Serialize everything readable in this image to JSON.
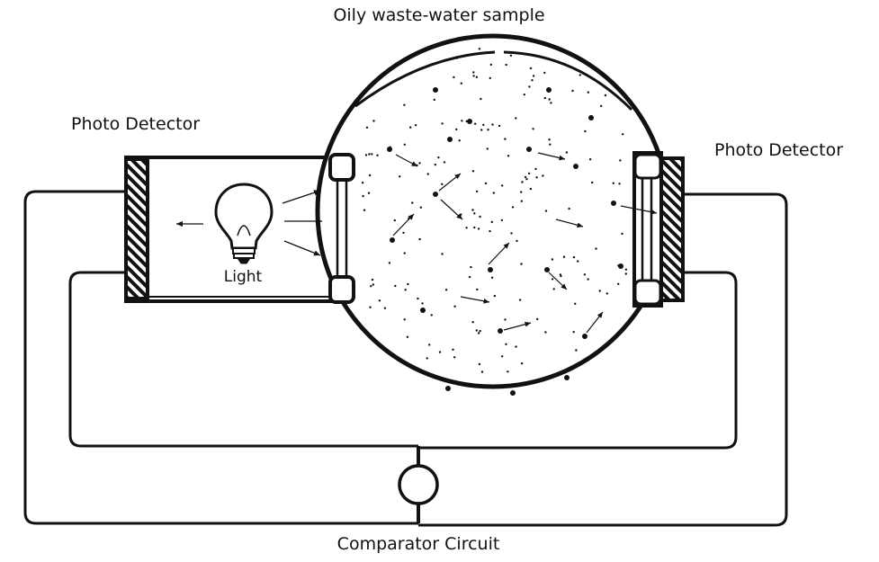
{
  "labels": {
    "sample": "Oily waste-water sample",
    "detector_left": "Photo Detector",
    "detector_right": "Photo Detector",
    "light": "Light",
    "comparator": "Comparator Circuit"
  },
  "colors": {
    "line": "#111111",
    "background": "#ffffff"
  },
  "icons": [
    "light-bulb-icon"
  ]
}
